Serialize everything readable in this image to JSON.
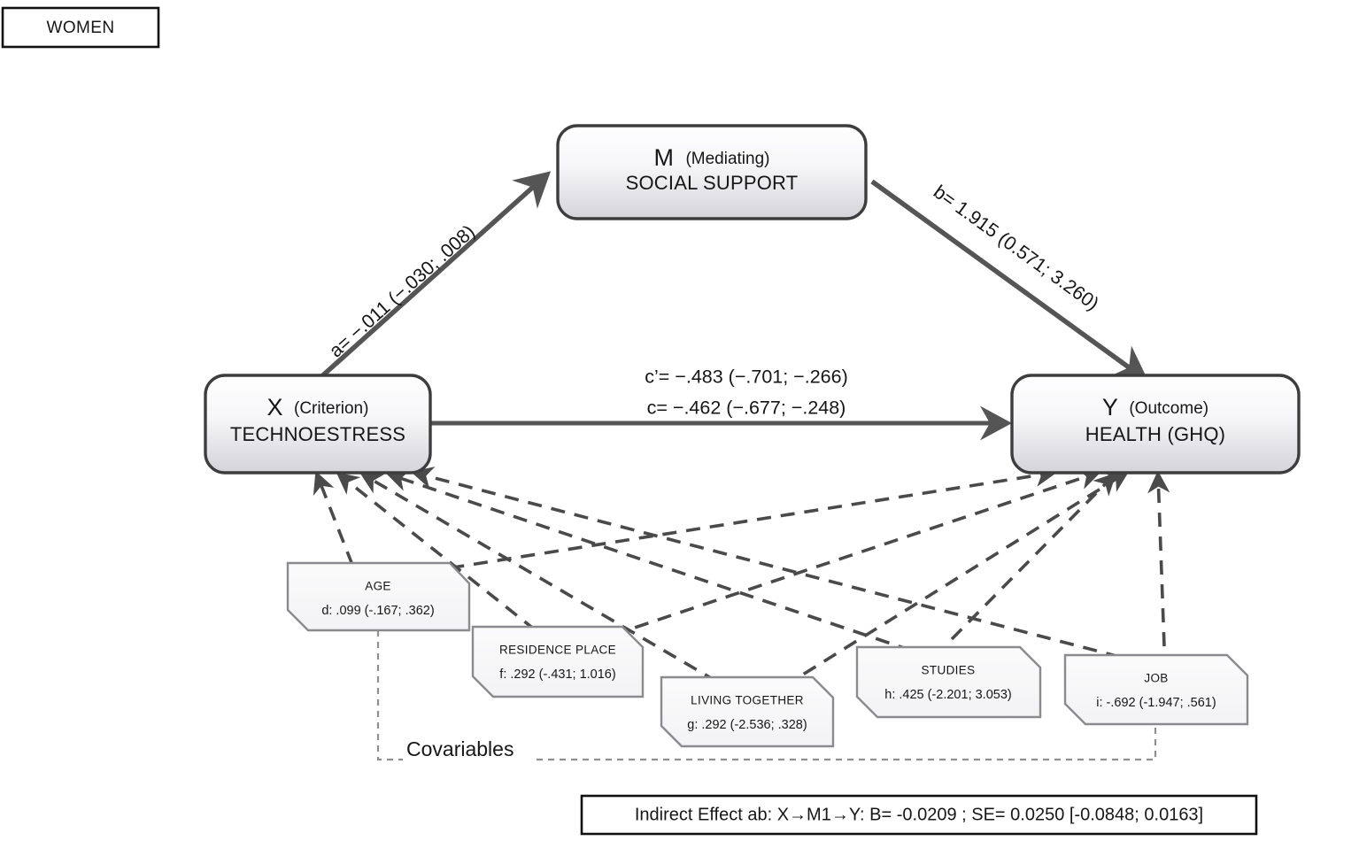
{
  "group_badge": {
    "label": "WOMEN"
  },
  "nodes": {
    "mediator": {
      "var": "M",
      "role": "(Mediating)",
      "name": "SOCIAL SUPPORT"
    },
    "criterion": {
      "var": "X",
      "role": "(Criterion)",
      "name": "TECHNOESTRESS"
    },
    "outcome": {
      "var": "Y",
      "role": "(Outcome)",
      "name": "HEALTH (GHQ)"
    }
  },
  "paths": {
    "a": "a= −.011 (−.030; .008)",
    "b": "b= 1.915 (0.571; 3.260)",
    "c_prime": "c’= −.483 (−.701; −.266)",
    "c": "c= −.462 (−.677; −.248)"
  },
  "covariables": {
    "group_label": "Covariables",
    "items": [
      {
        "name": "AGE",
        "coef": "d: .099 (-.167; .362)"
      },
      {
        "name": "RESIDENCE PLACE",
        "coef": "f: .292 (-.431; 1.016)"
      },
      {
        "name": "LIVING TOGETHER",
        "coef": "g: .292 (-2.536; .328)"
      },
      {
        "name": "STUDIES",
        "coef": "h: .425 (-2.201; 3.053)"
      },
      {
        "name": "JOB",
        "coef": "i: -.692 (-1.947; .561)"
      }
    ]
  },
  "footer": {
    "text": "Indirect Effect ab: X→M1→Y:  B= -0.0209 ;  SE= 0.0250 [-0.0848; 0.0163]"
  },
  "colors": {
    "stroke_dark": "#555555",
    "box_border": "#3d3d3d",
    "cov_border": "#8a8a8f",
    "bracket": "#8e8e93",
    "text": "#161616",
    "node_fill_top": "#fdfdfe",
    "node_fill_bottom": "#d6d6da"
  },
  "chart_data": {
    "type": "diagram",
    "title": "Mediation model — WOMEN",
    "nodes": [
      "X TECHNOESTRESS",
      "M SOCIAL SUPPORT",
      "Y HEALTH (GHQ)"
    ],
    "edges": [
      {
        "from": "X",
        "to": "M",
        "label": "a",
        "estimate": -0.011,
        "ci": [
          -0.03,
          0.008
        ],
        "style": "solid"
      },
      {
        "from": "M",
        "to": "Y",
        "label": "b",
        "estimate": 1.915,
        "ci": [
          0.571,
          3.26
        ],
        "style": "solid"
      },
      {
        "from": "X",
        "to": "Y",
        "label": "c’",
        "estimate": -0.483,
        "ci": [
          -0.701,
          -0.266
        ],
        "style": "solid"
      },
      {
        "from": "X",
        "to": "Y",
        "label": "c",
        "estimate": -0.462,
        "ci": [
          -0.677,
          -0.248
        ],
        "style": "solid"
      }
    ],
    "covariates": [
      {
        "name": "AGE",
        "label": "d",
        "estimate": 0.099,
        "ci": [
          -0.167,
          0.362
        ]
      },
      {
        "name": "RESIDENCE PLACE",
        "label": "f",
        "estimate": 0.292,
        "ci": [
          -0.431,
          1.016
        ]
      },
      {
        "name": "LIVING TOGETHER",
        "label": "g",
        "estimate": 0.292,
        "ci": [
          -2.536,
          0.328
        ]
      },
      {
        "name": "STUDIES",
        "label": "h",
        "estimate": 0.425,
        "ci": [
          -2.201,
          3.053
        ]
      },
      {
        "name": "JOB",
        "label": "i",
        "estimate": -0.692,
        "ci": [
          -1.947,
          0.561
        ]
      }
    ],
    "indirect_effect": {
      "path": "X→M1→Y",
      "B": -0.0209,
      "SE": 0.025,
      "ci": [
        -0.0848,
        0.0163
      ]
    }
  }
}
